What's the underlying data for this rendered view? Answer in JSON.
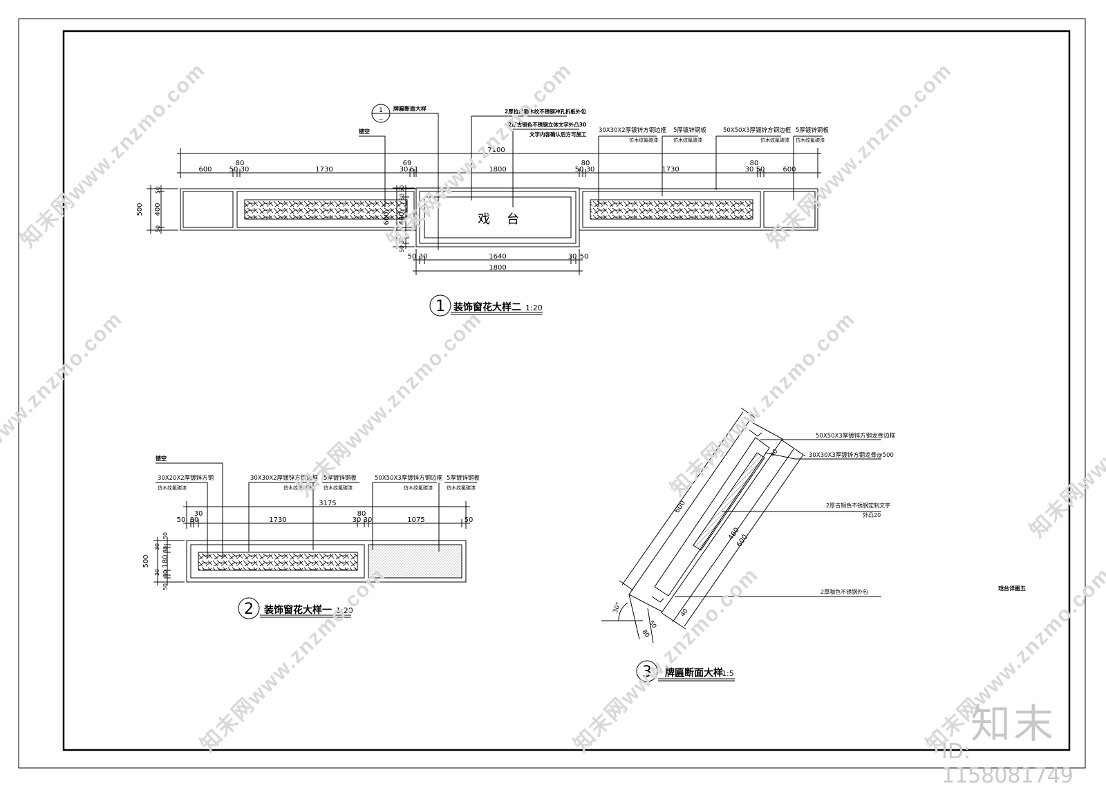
{
  "drawing1": {
    "callout_num": "1",
    "callout_sub": "—",
    "ref_label": "牌匾断面大样",
    "hollow": "镂空",
    "note_pattern": "2厚拉丝面木纹不锈钢冲孔折板外包",
    "note_text1": "2厚古铜色不锈钢立体文字外凸30",
    "note_text2": "文字内容确认后方可施工",
    "n1a": "30X30X2厚镀锌方钢边框",
    "n1b": "仿木纹氟碳漆",
    "n2a": "5厚镀锌钢板",
    "n2b": "仿木纹氟碳漆",
    "n3a": "50X50X3厚镀锌方钢边框",
    "n3b": "仿木纹氟碳漆",
    "n4a": "5厚镀锌钢板",
    "n4b": "仿木纹氟碳漆",
    "plaque_char1": "戏",
    "plaque_char2": "台",
    "dims_top": {
      "total": "7100",
      "d600a": "600",
      "d50a": "50",
      "d30a": "30",
      "d80a": "80",
      "d1730a": "1730",
      "d69": "69",
      "d30b": "30",
      "d61": "61",
      "d1800": "1800",
      "d80b": "80",
      "d50b": "50",
      "d30c": "30",
      "d1730b": "1730",
      "d30d": "30",
      "d80c": "80",
      "d50c": "50",
      "d600b": "600"
    },
    "dims_left": {
      "total": "500",
      "d50a": "50",
      "d400": "400",
      "d50b": "50"
    },
    "dims_center": {
      "d50a": "50",
      "d30a": "30",
      "d600": "600",
      "d440": "440",
      "d30b": "30",
      "d50b": "50"
    },
    "dims_bottom": {
      "d50a": "50",
      "d30a": "30",
      "d1640": "1640",
      "d30b": "30",
      "d50b": "50",
      "d1800": "1800"
    },
    "title": "装饰窗花大样二",
    "scale": "1:20"
  },
  "drawing2": {
    "hollow": "镂空",
    "n1a": "30X20X2厚镀锌方钢",
    "n1b": "仿木纹氟碳漆",
    "n2a": "30X30X2厚镀锌方钢边框",
    "n2b": "仿木纹氟碳漆",
    "n3a": "5厚镀锌钢板",
    "n3b": "仿木纹氟碳漆",
    "n4a": "50X50X3厚镀锌方钢边框",
    "n4b": "仿木纹氟碳漆",
    "n5a": "5厚镀锌钢板",
    "n5b": "仿木纹氟碳漆",
    "dims_top": {
      "total": "3175",
      "d50a": "50",
      "d30a": "30",
      "d80a": "80",
      "d1730": "1730",
      "d30b": "30",
      "d80b": "80",
      "d30c": "30",
      "d1075": "1075",
      "d50b": "50"
    },
    "dims_left": {
      "total": "500",
      "d50a": "50",
      "d30a": "30",
      "d80a": "80",
      "d180": "180",
      "d30b": "30",
      "d80b": "80",
      "d50b": "50"
    },
    "callout_num": "2",
    "title": "装饰窗花大样一",
    "scale": "1:20"
  },
  "drawing3": {
    "n1": "50X50X3厚镀锌方钢龙骨边框",
    "n2": "30X30X3厚镀锌方钢龙骨@500",
    "n3a": "2厚古铜色不锈钢定制文字",
    "n3b": "外凸20",
    "n4": "2厚咖色不锈钢外包",
    "d40a": "40",
    "d600a": "600",
    "d460": "460",
    "d600b": "600",
    "d40b": "40",
    "d50": "50",
    "d80": "80",
    "angle": "30°",
    "callout_num": "3",
    "title": "牌匾断面大样",
    "scale": "1:5"
  },
  "sheet_label": "戏台详图五",
  "brand": "知末",
  "id_text": "ID: 1158081749",
  "watermark": "知末网www.znzmo.com"
}
